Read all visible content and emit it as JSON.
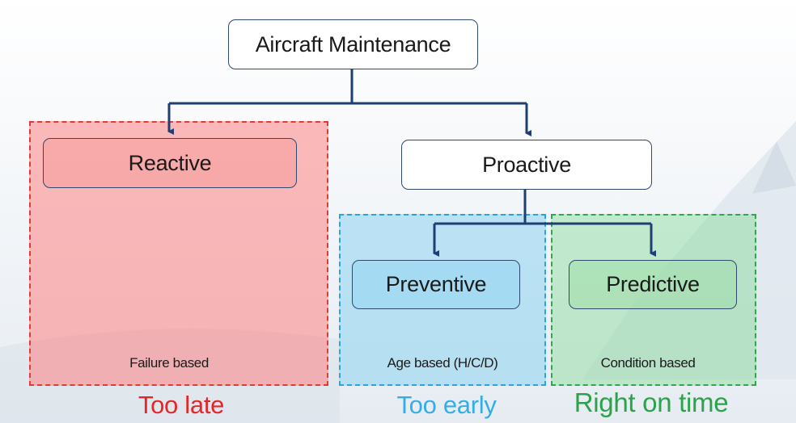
{
  "diagram": {
    "root": {
      "label": "Aircraft Maintenance"
    },
    "branches": {
      "reactive": {
        "label": "Reactive",
        "basis": "Failure based",
        "timing": "Too late"
      },
      "proactive": {
        "label": "Proactive"
      },
      "preventive": {
        "label": "Preventive",
        "basis": "Age based (H/C/D)",
        "timing": "Too early"
      },
      "predictive": {
        "label": "Predictive",
        "basis": "Condition based",
        "timing": "Right on time"
      }
    },
    "colors": {
      "connector": "#1f3f73",
      "reactive": "#e53935",
      "preventive": "#29a5dc",
      "predictive": "#2ea84a"
    }
  }
}
